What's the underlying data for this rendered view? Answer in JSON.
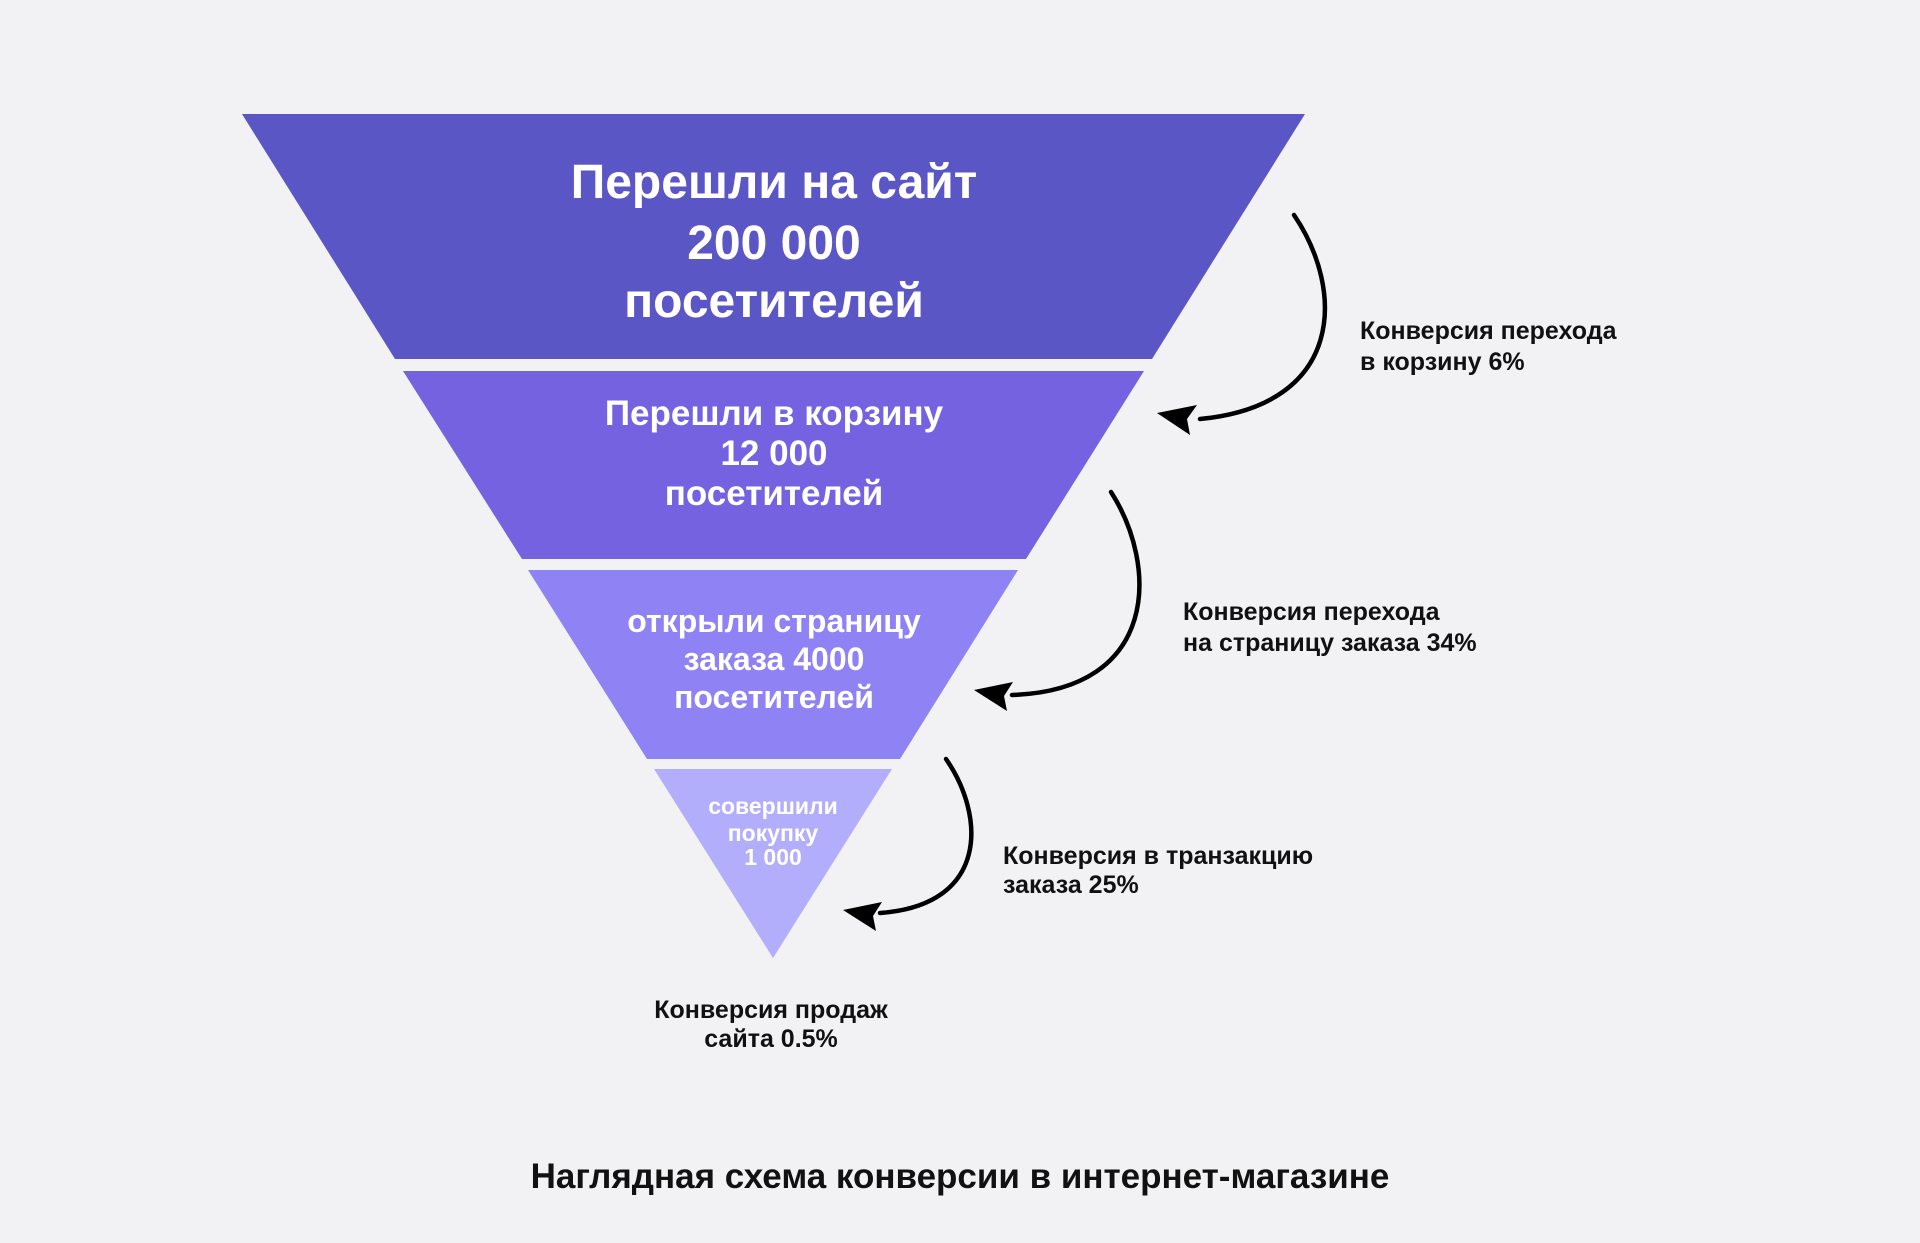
{
  "diagram": {
    "type": "funnel",
    "stages": [
      {
        "lines": [
          "Перешли на сайт",
          "200 000",
          "посетителей"
        ],
        "value": 200000,
        "color": "#5B56C6"
      },
      {
        "lines": [
          "Перешли в корзину",
          "12 000",
          "посетителей"
        ],
        "value": 12000,
        "color": "#7462E0"
      },
      {
        "lines": [
          "открыли страницу",
          "заказа 4000",
          "посетителей"
        ],
        "value": 4000,
        "color": "#8E82F5"
      },
      {
        "lines": [
          "совершили",
          "покупку",
          "1 000"
        ],
        "value": 1000,
        "color": "#B3AEFC"
      }
    ],
    "conversions": [
      {
        "lines": [
          "Конверсия перехода",
          "в корзину 6%"
        ],
        "percent": 6
      },
      {
        "lines": [
          "Конверсия перехода",
          "на страницу заказа 34%"
        ],
        "percent": 34
      },
      {
        "lines": [
          "Конверсия в транзакцию",
          "заказа 25%"
        ],
        "percent": 25
      }
    ],
    "total_conversion": {
      "lines": [
        "Конверсия продаж",
        "сайта 0.5%"
      ],
      "percent": 0.5
    },
    "caption": "Наглядная схема конверсии в интернет-магазине",
    "arrow_color": "#000000",
    "background": "#F2F2F4"
  }
}
